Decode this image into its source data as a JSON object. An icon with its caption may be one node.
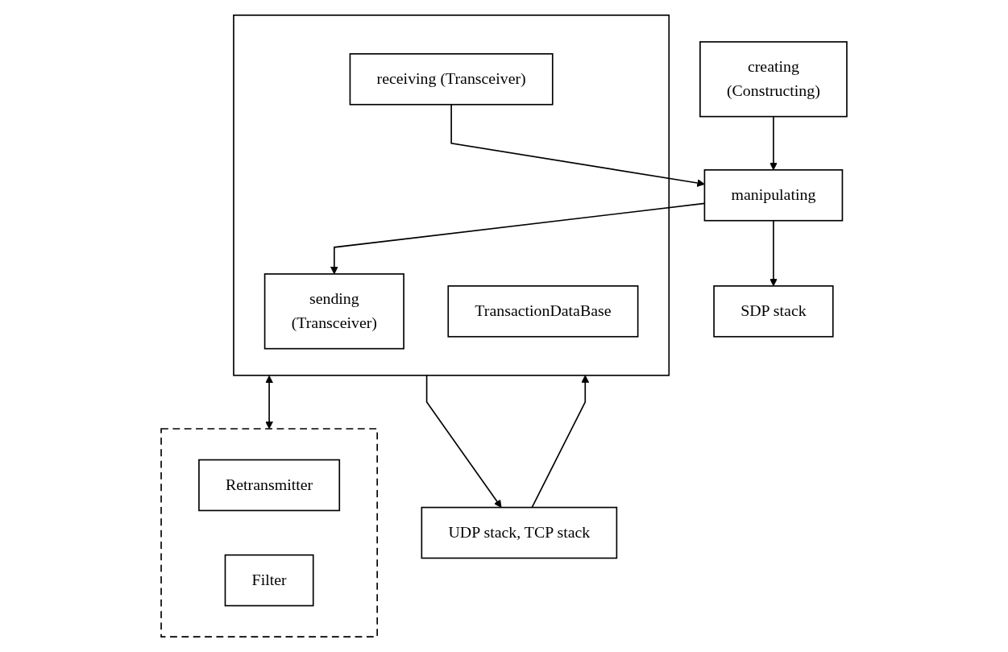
{
  "diagram": {
    "nodes": [
      {
        "text": [
          "creating",
          "(Constructing)"
        ]
      },
      {
        "text": [
          "manipulating"
        ]
      },
      {
        "text": [
          "SDP stack"
        ]
      },
      {
        "text": [],
        "shape": "box"
      },
      {
        "text": [
          "sending",
          "(Transceiver)"
        ],
        "in": 3
      },
      {
        "text": [
          "receiving (Transceiver)"
        ],
        "in": 3
      },
      {
        "text": [
          "TransactionDataBase"
        ],
        "in": 3
      },
      {
        "text": [],
        "shape": "box"
      },
      {
        "text": [
          "Retransmitter"
        ],
        "in": 7
      },
      {
        "text": [
          "Filter"
        ],
        "in": 7
      },
      {
        "text": [
          "UDP stack, TCP stack"
        ]
      }
    ],
    "edges": [
      {
        "from": 0,
        "to": 1,
        "arrow": "to"
      },
      {
        "from": 1,
        "to": 2,
        "arrow": "to"
      },
      {
        "from": 1,
        "to": 4,
        "arrow": "to"
      },
      {
        "from": 5,
        "to": 1,
        "arrow": "to"
      },
      {
        "from": 3,
        "to": 7,
        "arrow": "both"
      },
      {
        "from": 3,
        "to": 10,
        "arrow": "to"
      },
      {
        "from": 10,
        "to": 3,
        "arrow": "to"
      }
    ]
  }
}
